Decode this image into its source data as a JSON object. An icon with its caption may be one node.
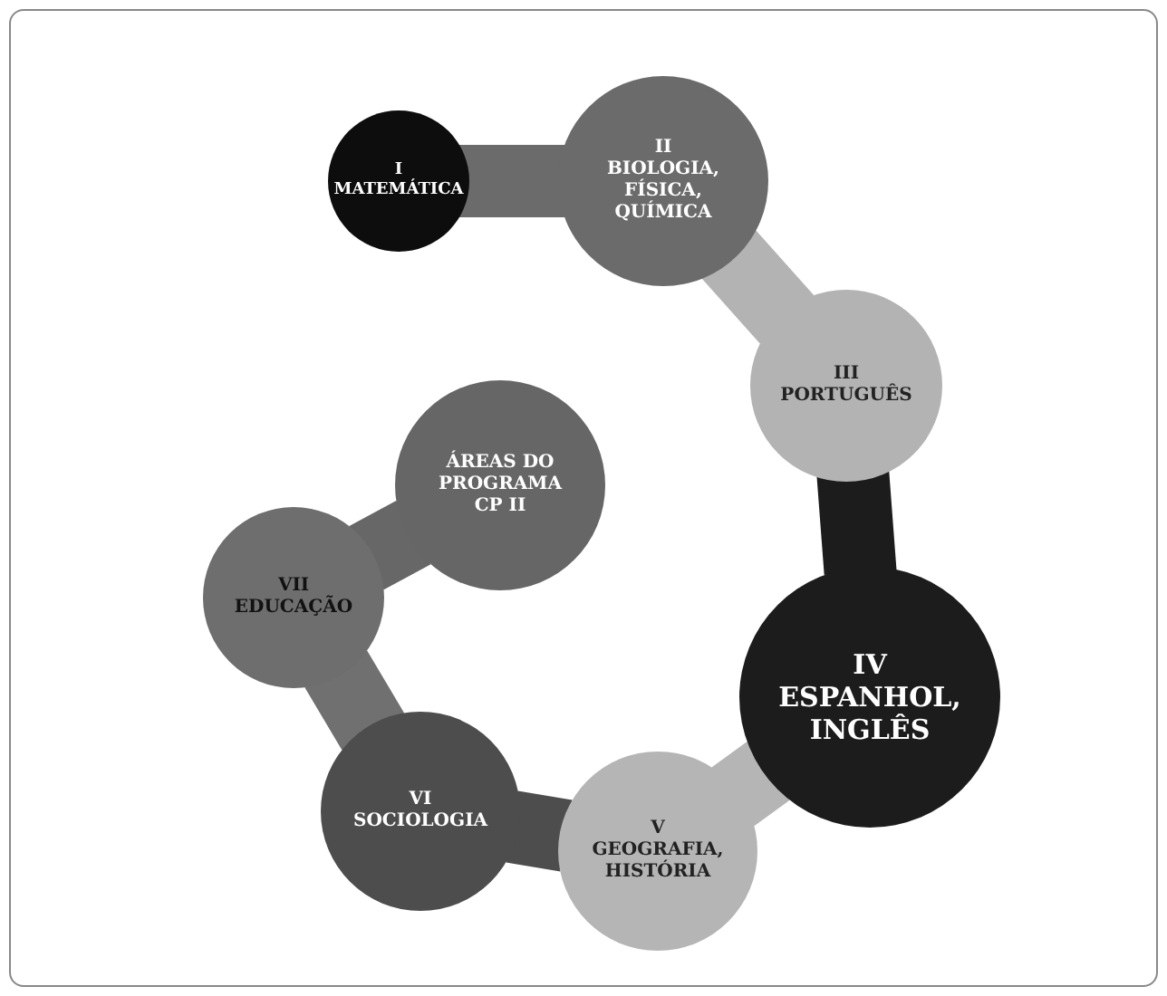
{
  "diagram": {
    "nodes": [
      {
        "text": [
          "I",
          "MATEMÁTICA"
        ]
      },
      {
        "text": [
          "II",
          "BIOLOGIA, FÍSICA, QUÍMICA"
        ]
      },
      {
        "text": [
          "III",
          "PORTUGUÊS"
        ]
      },
      {
        "text": [
          "IV",
          "ESPANHOL, INGLÊS"
        ]
      },
      {
        "text": [
          "V",
          "GEOGRAFIA, HISTÓRIA"
        ]
      },
      {
        "text": [
          "VI",
          "SOCIOLOGIA"
        ]
      },
      {
        "text": [
          "VII",
          "EDUCAÇÃO"
        ]
      },
      {
        "text": [
          "ÁREAS DO PROGRAMA CP II"
        ]
      }
    ],
    "edges": [
      {
        "from": 0,
        "to": 1,
        "arrow": "none",
        "color": "#6b6b6b"
      },
      {
        "from": 1,
        "to": 2,
        "arrow": "none",
        "color": "#b3b3b3"
      },
      {
        "from": 2,
        "to": 3,
        "arrow": "none",
        "color": "#1c1c1c"
      },
      {
        "from": 3,
        "to": 4,
        "arrow": "none",
        "color": "#b5b5b5"
      },
      {
        "from": 4,
        "to": 5,
        "arrow": "none",
        "color": "#4d4d4d"
      },
      {
        "from": 5,
        "to": 6,
        "arrow": "none",
        "color": "#707070"
      },
      {
        "from": 6,
        "to": 7,
        "arrow": "none",
        "color": "#676767"
      }
    ]
  }
}
